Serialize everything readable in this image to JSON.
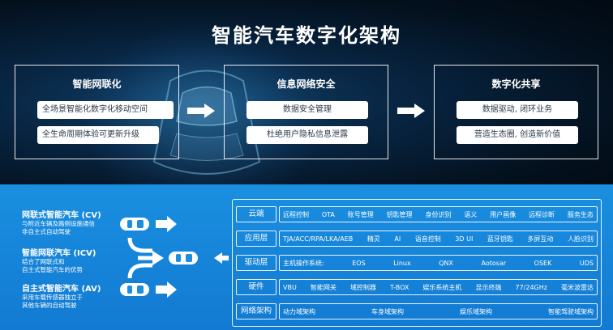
{
  "title": "智能汽车数字化架构",
  "panels": [
    {
      "title": "智能网联化",
      "items": [
        "全场景智能化数字化移动空间",
        "全生命周期体验可更新升级"
      ]
    },
    {
      "title": "信息网络安全",
      "items": [
        "数据安全管理",
        "杜绝用户隐私信息泄露"
      ]
    },
    {
      "title": "数字化共享",
      "items": [
        "数据驱动, 闭环业务",
        "营造生态圈, 创造新价值"
      ]
    }
  ],
  "vehicle_types": [
    {
      "title": "网联式智能汽车 (CV)",
      "desc": [
        "与附近车辆及路侧设施通信",
        "非自主式自动驾驶"
      ]
    },
    {
      "title": "智能网联汽车 (ICV)",
      "desc": [
        "结合了网联式和",
        "自主式智能汽车的优势"
      ]
    },
    {
      "title": "自主式智能汽车 (AV)",
      "desc": [
        "采用车载传感器独立于",
        "其他车辆的自动驾驶"
      ]
    }
  ],
  "layers": [
    {
      "label": "云端",
      "items": [
        "远程控制",
        "OTA",
        "账号管理",
        "钥匙管理",
        "身份识别",
        "语义",
        "用户画像",
        "远程诊断",
        "服务生态"
      ]
    },
    {
      "label": "应用层",
      "items": [
        "TJA/ACC/RPA/LKA/AEB",
        "精灵",
        "AI",
        "语音控制",
        "3D UI",
        "蓝牙钥匙",
        "多屏互动",
        "人脸识别"
      ]
    },
    {
      "label": "驱动层",
      "items": [
        "主机操作系统:",
        "EOS",
        "Linux",
        "QNX",
        "Aotosar",
        "OSEK",
        "UDS"
      ]
    },
    {
      "label": "硬件",
      "items": [
        "VBU",
        "智能网关",
        "域控制器",
        "T-BOX",
        "娱乐系统主机",
        "显示终端",
        "77/24GHz",
        "毫米波雷达"
      ]
    },
    {
      "label": "网络架构",
      "items": [
        "动力域架构",
        "车身域架构",
        "娱乐域架构",
        "智能驾驶域架构"
      ]
    }
  ],
  "colors": {
    "top_bg": "#061626",
    "bottom_bg": "#1a8fe0",
    "text_light": "#ffffff",
    "chip_text": "#2a3a4a"
  },
  "icons": [
    "right-arrow-icon",
    "car-icon",
    "left-arrow-icon"
  ]
}
